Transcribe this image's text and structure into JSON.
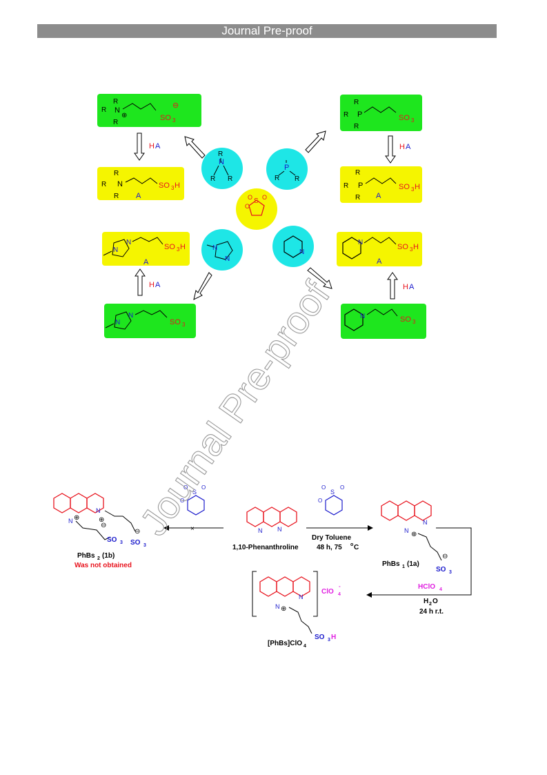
{
  "banner": "Journal Pre-proof",
  "watermark": "Journal Pre-proof",
  "scheme1": {
    "ha_label_parts": [
      "H",
      "A"
    ],
    "amine": {
      "r": "R",
      "n": "N",
      "p": "P"
    },
    "ammonium_zwitterion": {
      "r": "R",
      "n": "N",
      "charge": "⊕",
      "so3": "SO",
      "sub3": "3",
      "minus": "⊖"
    },
    "ammonium_acid": {
      "r": "R",
      "n": "N",
      "so3h": "SO",
      "sub3": "3",
      "h": "H",
      "a": "A"
    },
    "phosphonium_zwitterion": {
      "r": "R",
      "p": "P",
      "so3": "SO",
      "sub3": "3"
    },
    "phosphonium_acid": {
      "r": "R",
      "p": "P",
      "so3h": "SO",
      "sub3": "3",
      "h": "H",
      "a": "A"
    },
    "imidazolium_acid": {
      "n": "N",
      "so3": "SO",
      "sub3": "3",
      "h": "H",
      "a": "A"
    },
    "imidazolium_zwitterion": {
      "n": "N",
      "so3": "SO",
      "sub3": "3"
    },
    "pyridinium_acid": {
      "n": "N",
      "so3": "SO",
      "sub3": "3",
      "h": "H",
      "a": "A"
    },
    "pyridinium_zwitterion": {
      "n": "N",
      "so3": "SO",
      "sub3": "3"
    },
    "sultone": {
      "o": "O",
      "s": "S"
    },
    "imidazole": {
      "n": "N"
    },
    "pyridine": {
      "n": "N"
    }
  },
  "scheme2": {
    "start_label": "1,10-Phenanthroline",
    "cond_solvent": "Dry Toluene",
    "cond_time": "48 h, 75",
    "cond_deg": "o",
    "cond_unit": "C",
    "product_a": {
      "name": "PhBs",
      "sub": "1",
      "code": "(1a)"
    },
    "product_b": {
      "name": "PhBs",
      "sub": "2",
      "code": "(1b)",
      "note": "Was not obtained"
    },
    "acid_step": {
      "reagent": "HClO",
      "reagent_sub": "4",
      "water": "H",
      "water_sub": "2",
      "water_end": "O",
      "time": "24 h r.t."
    },
    "final": {
      "name": "[PhBs]ClO",
      "name_sub": "4",
      "anion": "ClO",
      "anion_sub": "4",
      "anion_sup": "-"
    },
    "atoms": {
      "n": "N",
      "o": "O",
      "s": "S",
      "so3": "SO",
      "sub3": "3",
      "h": "H",
      "plus": "⊕",
      "minus": "⊖"
    }
  },
  "colors": {
    "green": "#1ee61e",
    "yellow": "#f5f500",
    "cyan": "#1ee6e6",
    "red": "#e8141e",
    "blue": "#1a1acc",
    "magenta": "#e020e0"
  }
}
